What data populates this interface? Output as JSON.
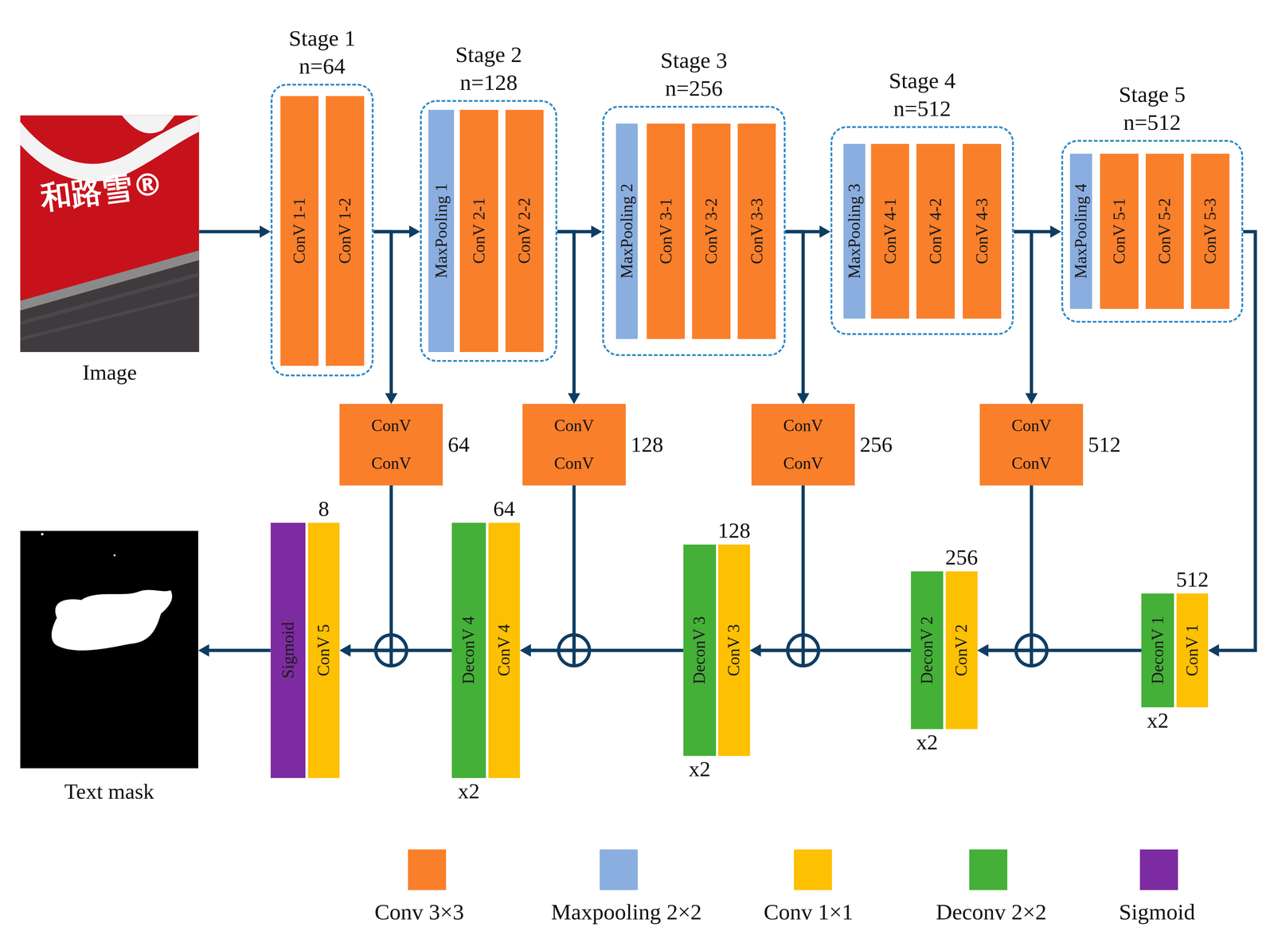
{
  "diagram": {
    "nodes": [
      {
        "text": [
          "Image"
        ]
      },
      {
        "text": [
          "Stage 1",
          "n=64"
        ]
      },
      {
        "text": [
          "ConV 1-1"
        ],
        "in": 1
      },
      {
        "text": [
          "ConV 1-2"
        ],
        "in": 1
      },
      {
        "text": [
          "Stage 2",
          "n=128"
        ]
      },
      {
        "text": [
          "MaxPooling 1"
        ],
        "in": 4
      },
      {
        "text": [
          "ConV 2-1"
        ],
        "in": 4
      },
      {
        "text": [
          "ConV 2-2"
        ],
        "in": 4
      },
      {
        "text": [
          "Stage 3",
          "n=256"
        ]
      },
      {
        "text": [
          "MaxPooling 2"
        ],
        "in": 8
      },
      {
        "text": [
          "ConV 3-1"
        ],
        "in": 8
      },
      {
        "text": [
          "ConV 3-2"
        ],
        "in": 8
      },
      {
        "text": [
          "ConV 3-3"
        ],
        "in": 8
      },
      {
        "text": [
          "Stage 4",
          "n=512"
        ]
      },
      {
        "text": [
          "MaxPooling 3"
        ],
        "in": 13
      },
      {
        "text": [
          "ConV 4-1"
        ],
        "in": 13
      },
      {
        "text": [
          "ConV 4-2"
        ],
        "in": 13
      },
      {
        "text": [
          "ConV 4-3"
        ],
        "in": 13
      },
      {
        "text": [
          "Stage 5",
          "n=512"
        ]
      },
      {
        "text": [
          "MaxPooling 4"
        ],
        "in": 18
      },
      {
        "text": [
          "ConV 5-1"
        ],
        "in": 18
      },
      {
        "text": [
          "ConV 5-2"
        ],
        "in": 18
      },
      {
        "text": [
          "ConV 5-3"
        ],
        "in": 18
      },
      {
        "text": [
          "ConV",
          "ConV",
          "64"
        ]
      },
      {
        "text": [
          "ConV",
          "ConV",
          "128"
        ]
      },
      {
        "text": [
          "ConV",
          "ConV",
          "256"
        ]
      },
      {
        "text": [
          "ConV",
          "ConV",
          "512"
        ]
      },
      {
        "text": [
          "Text mask"
        ]
      },
      {
        "text": [
          "Sigmoid"
        ]
      },
      {
        "text": [
          "ConV 5",
          "8"
        ]
      },
      {
        "text": [
          "DeconV 4",
          "x2"
        ]
      },
      {
        "text": [
          "ConV 4",
          "64"
        ]
      },
      {
        "text": [
          "DeconV 3",
          "x2"
        ]
      },
      {
        "text": [
          "ConV 3",
          "128"
        ]
      },
      {
        "text": [
          "DeconV 2",
          "x2"
        ]
      },
      {
        "text": [
          "ConV 2",
          "256"
        ]
      },
      {
        "text": [
          "DeconV 1",
          "x2"
        ]
      },
      {
        "text": [
          "ConV 1",
          "512"
        ]
      }
    ],
    "edges": [
      {
        "from": 0,
        "to": 1,
        "arrow": "to"
      },
      {
        "from": 1,
        "to": 4,
        "arrow": "to"
      },
      {
        "from": 4,
        "to": 8,
        "arrow": "to"
      },
      {
        "from": 8,
        "to": 13,
        "arrow": "to"
      },
      {
        "from": 13,
        "to": 18,
        "arrow": "to"
      },
      {
        "from": 1,
        "to": 23,
        "arrow": "to"
      },
      {
        "from": 4,
        "to": 24,
        "arrow": "to"
      },
      {
        "from": 8,
        "to": 25,
        "arrow": "to"
      },
      {
        "from": 13,
        "to": 26,
        "arrow": "to"
      },
      {
        "from": 18,
        "to": 37,
        "arrow": "to"
      },
      {
        "from": 36,
        "to": 35,
        "arrow": "to"
      },
      {
        "from": 26,
        "to": 35,
        "arrow": "to"
      },
      {
        "from": 34,
        "to": 33,
        "arrow": "to"
      },
      {
        "from": 25,
        "to": 33,
        "arrow": "to"
      },
      {
        "from": 32,
        "to": 31,
        "arrow": "to"
      },
      {
        "from": 24,
        "to": 31,
        "arrow": "to"
      },
      {
        "from": 30,
        "to": 29,
        "arrow": "to"
      },
      {
        "from": 23,
        "to": 29,
        "arrow": "to"
      },
      {
        "from": 28,
        "to": 27,
        "arrow": "to"
      }
    ],
    "labels": [
      "和路雪®"
    ],
    "legend": [
      {
        "text": "Conv 3×3",
        "color": "#f97f2b"
      },
      {
        "text": "Maxpooling 2×2",
        "color": "#8aaee0"
      },
      {
        "text": "Conv 1×1",
        "color": "#fdc002"
      },
      {
        "text": "Deconv 2×2",
        "color": "#44b038"
      },
      {
        "text": "Sigmoid",
        "color": "#7d2ba1"
      }
    ]
  }
}
